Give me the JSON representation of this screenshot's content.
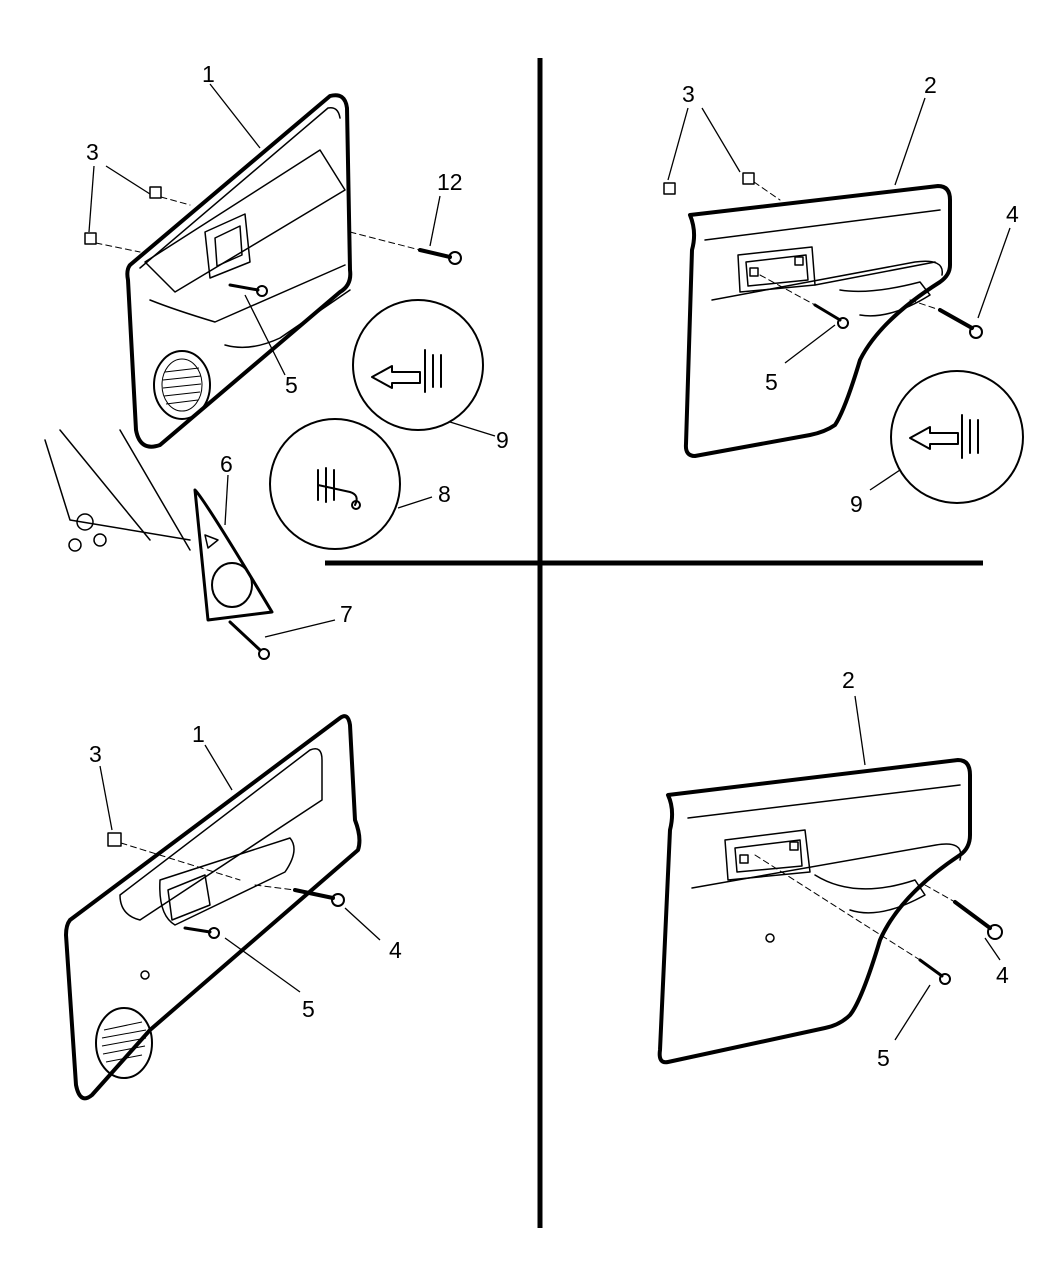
{
  "diagram": {
    "quadrants": {
      "front_exploded": {
        "callouts": {
          "panel": "1",
          "clip": "3",
          "screw": "5",
          "bolt": "12",
          "push_pin": "9",
          "retainer": "8",
          "mirror_trim": "6",
          "trim_screw": "7"
        }
      },
      "rear_exploded": {
        "callouts": {
          "panel": "2",
          "clip": "3",
          "bolt": "4",
          "screw": "5",
          "push_pin": "9"
        }
      },
      "front_installed": {
        "callouts": {
          "panel": "1",
          "clip": "3",
          "bolt": "4",
          "screw": "5"
        }
      },
      "rear_installed": {
        "callouts": {
          "panel": "2",
          "bolt": "4",
          "screw": "5"
        }
      }
    }
  }
}
